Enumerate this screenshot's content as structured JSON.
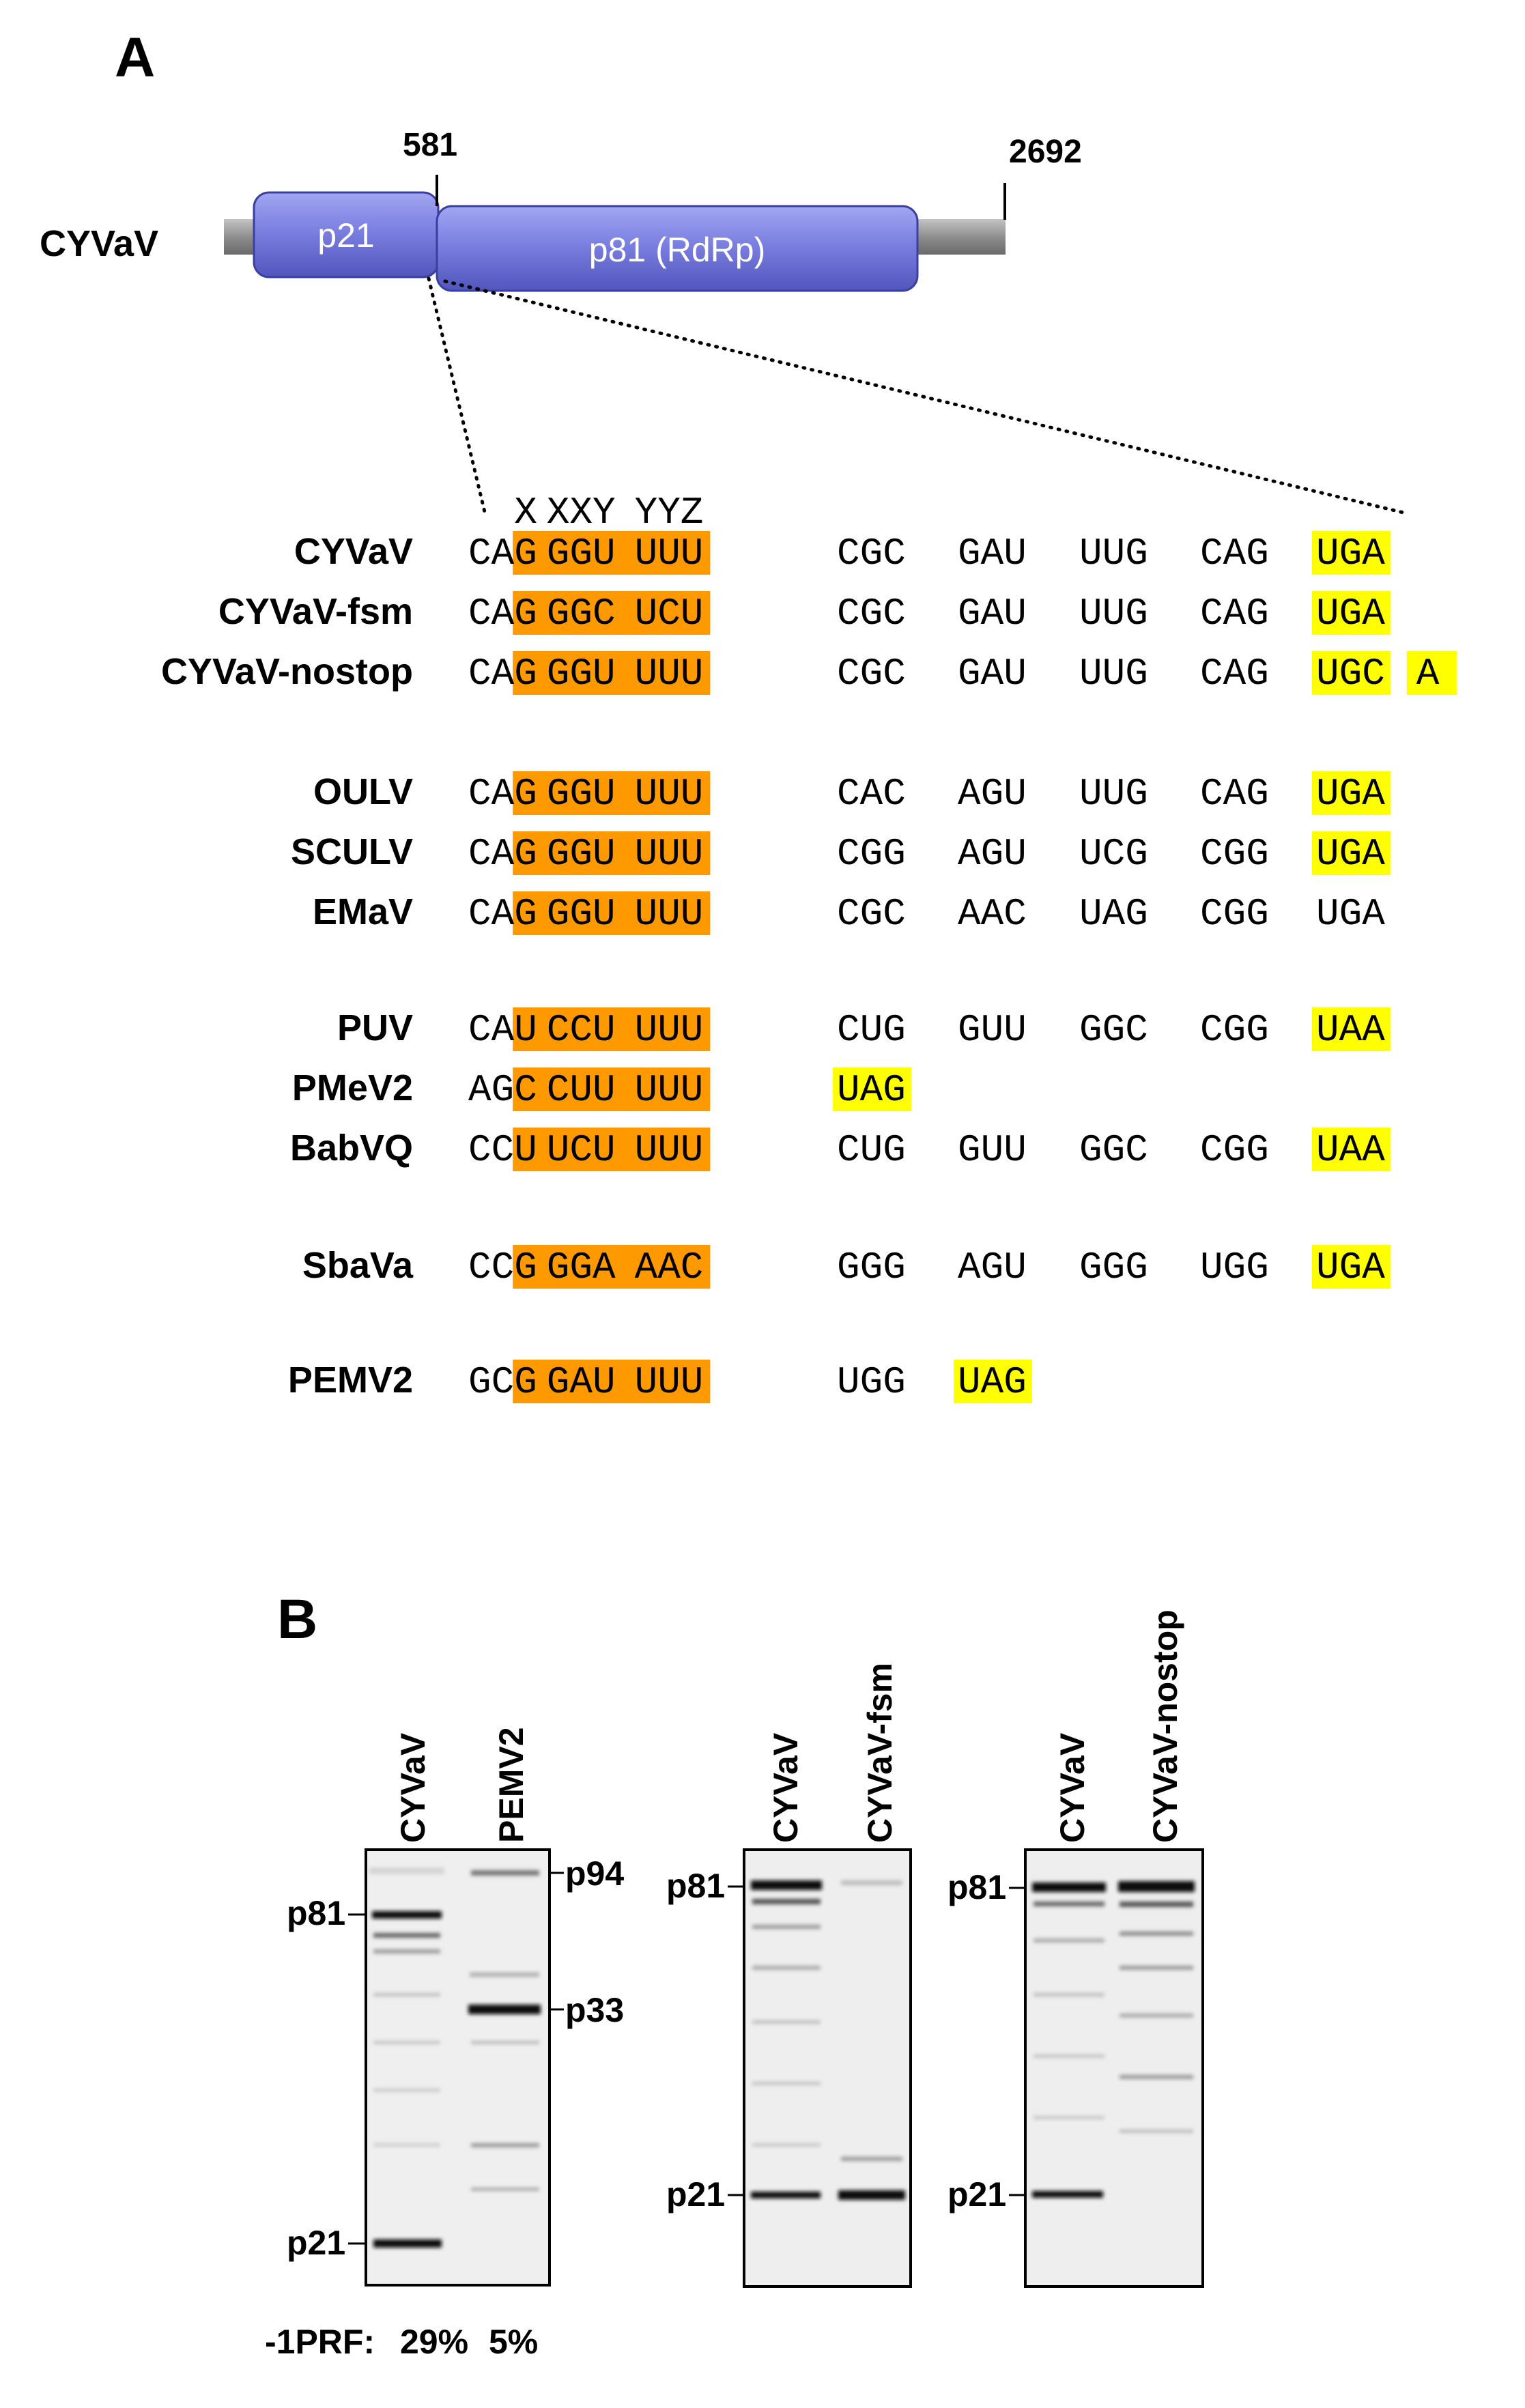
{
  "panel_a": {
    "label": "A",
    "genome": {
      "name": "CYVaV",
      "pos_start": "581",
      "pos_end": "2692",
      "orf1": "p21",
      "orf2": "p81 (RdRp)"
    },
    "frame_header": [
      "X",
      "XXY",
      "YYZ"
    ],
    "groups": [
      [
        {
          "name": "CYVaV",
          "lead": "CA",
          "slip_first": "G",
          "codons": [
            "GGU",
            "UUU",
            "CGC",
            "GAU",
            "UUG",
            "CAG",
            "UGA"
          ],
          "stop_index": 6
        },
        {
          "name": "CYVaV-fsm",
          "lead": "CA",
          "slip_first": "G",
          "codons": [
            "GGC",
            "UCU",
            "CGC",
            "GAU",
            "UUG",
            "CAG",
            "UGA"
          ],
          "stop_index": 6,
          "red": [
            [
              0,
              2
            ],
            [
              1,
              1
            ]
          ]
        },
        {
          "name": "CYVaV-nostop",
          "lead": "CA",
          "slip_first": "G",
          "codons": [
            "GGU",
            "UUU",
            "CGC",
            "GAU",
            "UUG",
            "CAG",
            "UGC",
            "A"
          ],
          "stop_index": 6,
          "extra_yellow": 7,
          "red": [
            [
              6,
              2
            ]
          ]
        }
      ],
      [
        {
          "name": "OULV",
          "lead": "CA",
          "slip_first": "G",
          "codons": [
            "GGU",
            "UUU",
            "CAC",
            "AGU",
            "UUG",
            "CAG",
            "UGA"
          ],
          "stop_index": 6
        },
        {
          "name": "SCULV",
          "lead": "CA",
          "slip_first": "G",
          "codons": [
            "GGU",
            "UUU",
            "CGG",
            "AGU",
            "UCG",
            "CGG",
            "UGA"
          ],
          "stop_index": 6
        },
        {
          "name": "EMaV",
          "lead": "CA",
          "slip_first": "G",
          "codons": [
            "GGU",
            "UUU",
            "CGC",
            "AAC",
            "UAG",
            "CGG",
            "UGA"
          ],
          "stop_index": -1
        }
      ],
      [
        {
          "name": "PUV",
          "lead": "CA",
          "slip_first": "U",
          "codons": [
            "CCU",
            "UUU",
            "CUG",
            "GUU",
            "GGC",
            "CGG",
            "UAA"
          ],
          "stop_index": 6
        },
        {
          "name": "PMeV2",
          "lead": "AG",
          "slip_first": "C",
          "codons": [
            "CUU",
            "UUU",
            "UAG"
          ],
          "stop_index": 2
        },
        {
          "name": "BabVQ",
          "lead": "CC",
          "slip_first": "U",
          "codons": [
            "UCU",
            "UUU",
            "CUG",
            "GUU",
            "GGC",
            "CGG",
            "UAA"
          ],
          "stop_index": 6
        }
      ],
      [
        {
          "name": "SbaVa",
          "lead": "CC",
          "slip_first": "G",
          "codons": [
            "GGA",
            "AAC",
            "GGG",
            "AGU",
            "GGG",
            "UGG",
            "UGA"
          ],
          "stop_index": 6
        }
      ],
      [
        {
          "name": "PEMV2",
          "lead": "GC",
          "slip_first": "G",
          "codons": [
            "GAU",
            "UUU",
            "UGG",
            "UAG"
          ],
          "stop_index": 3
        }
      ]
    ]
  },
  "panel_b": {
    "label": "B",
    "gels": [
      {
        "lanes": [
          "CYVaV",
          "PEMV2"
        ],
        "left_markers": [
          "p81",
          "p21"
        ],
        "right_markers": [
          "p94",
          "p33"
        ],
        "footer_label": "-1PRF:",
        "footer_values": [
          "29%",
          "5%"
        ]
      },
      {
        "lanes": [
          "CYVaV",
          "CYVaV-fsm"
        ],
        "left_markers": [
          "p81",
          "p21"
        ]
      },
      {
        "lanes": [
          "CYVaV",
          "CYVaV-nostop"
        ],
        "left_markers": [
          "p81",
          "p21"
        ]
      }
    ]
  },
  "colors": {
    "slippery_highlight": "#FF9900",
    "stop_highlight": "#FFFF00",
    "mutation": "#FF0000",
    "orf_fill": "#7B7FE0",
    "genome_line": "#9A9A9A"
  }
}
